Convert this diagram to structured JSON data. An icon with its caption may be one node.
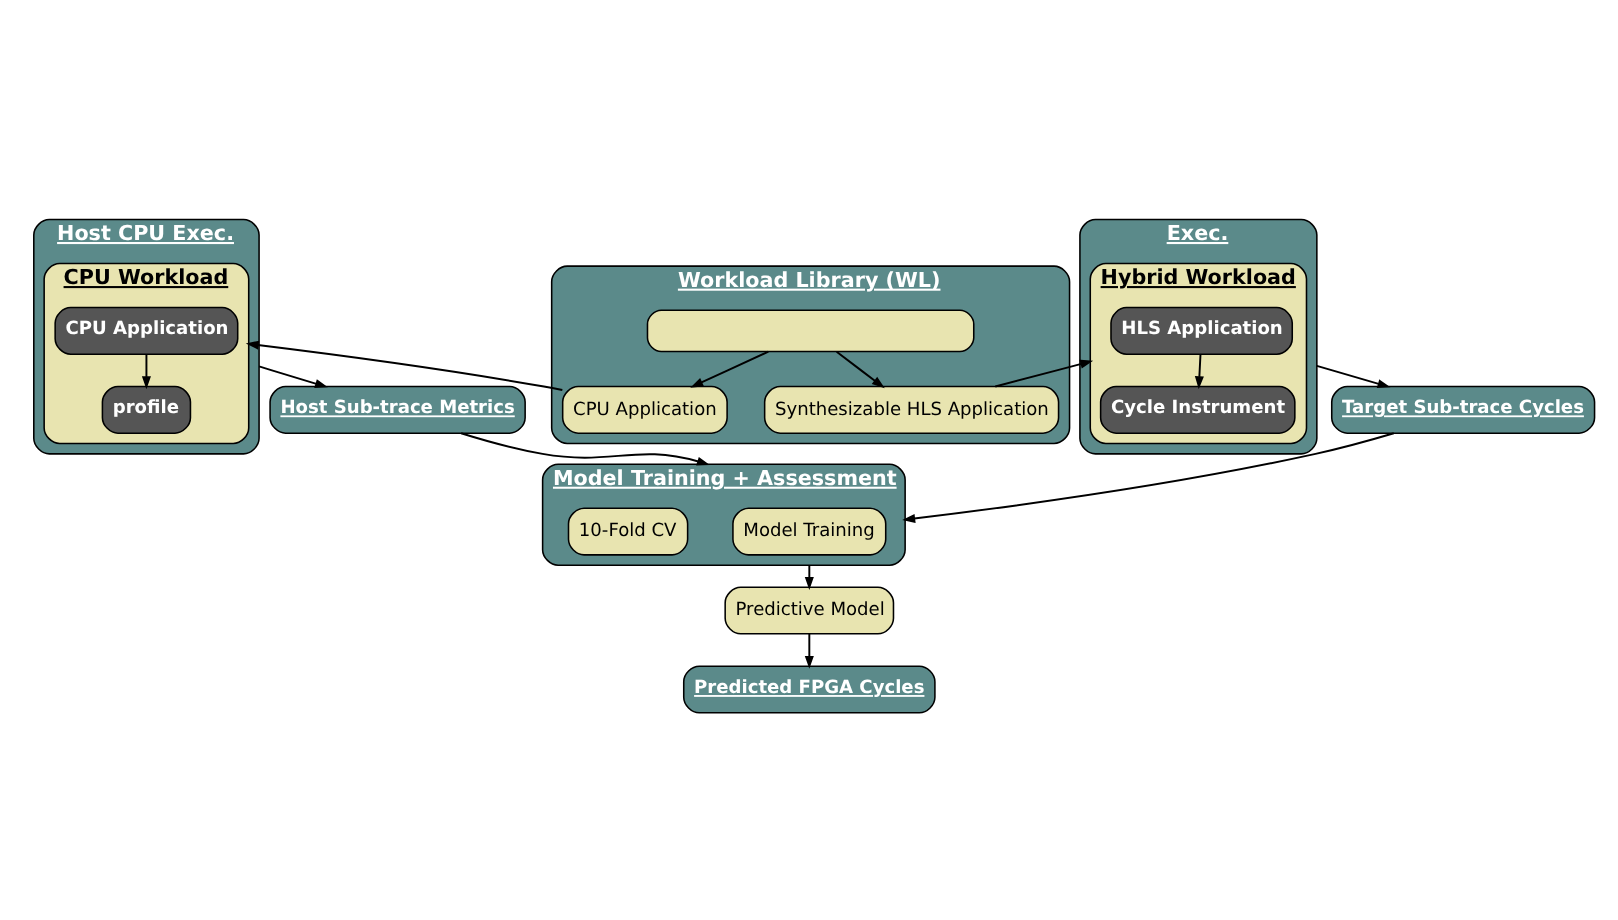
{
  "diagram": {
    "nodes": [
      {
        "text": [
          "Workload Library (WL)"
        ]
      },
      {
        "text": [],
        "shape": "box",
        "in": 0
      },
      {
        "text": [
          "CPU Application"
        ],
        "in": 0
      },
      {
        "text": [
          "Synthesizable HLS Application"
        ],
        "in": 0
      },
      {
        "text": [
          "Host CPU Exec."
        ]
      },
      {
        "text": [
          "CPU Workload"
        ],
        "in": 4
      },
      {
        "text": [
          "CPU Application"
        ],
        "in": 5
      },
      {
        "text": [
          "profile"
        ],
        "in": 5
      },
      {
        "text": [
          "Exec."
        ]
      },
      {
        "text": [
          "Hybrid Workload"
        ],
        "in": 8
      },
      {
        "text": [
          "HLS Application"
        ],
        "in": 9
      },
      {
        "text": [
          "Cycle Instrument"
        ],
        "in": 9
      },
      {
        "text": [
          "Host Sub-trace Metrics"
        ]
      },
      {
        "text": [
          "Model Training + Assessment"
        ]
      },
      {
        "text": [
          "Model Training"
        ],
        "in": 13
      },
      {
        "text": [
          "10-Fold CV"
        ],
        "in": 13
      },
      {
        "text": [
          "Target Sub-trace Cycles"
        ]
      },
      {
        "text": [
          "Predictive Model"
        ]
      },
      {
        "text": [
          "Predicted FPGA Cycles"
        ]
      }
    ],
    "edges": [
      {
        "from": 1,
        "to": 2,
        "arrow": "to"
      },
      {
        "from": 1,
        "to": 3,
        "arrow": "to"
      },
      {
        "from": 2,
        "to": 5,
        "arrow": "to"
      },
      {
        "from": 3,
        "to": 9,
        "arrow": "to"
      },
      {
        "from": 6,
        "to": 7,
        "arrow": "to"
      },
      {
        "from": 10,
        "to": 11,
        "arrow": "to"
      },
      {
        "from": 4,
        "to": 12,
        "arrow": "to"
      },
      {
        "from": 8,
        "to": 16,
        "arrow": "to"
      },
      {
        "from": 12,
        "to": 13,
        "arrow": "to"
      },
      {
        "from": 16,
        "to": 13,
        "arrow": "to"
      },
      {
        "from": 13,
        "to": 17,
        "arrow": "to"
      },
      {
        "from": 17,
        "to": 18,
        "arrow": "to"
      }
    ]
  }
}
